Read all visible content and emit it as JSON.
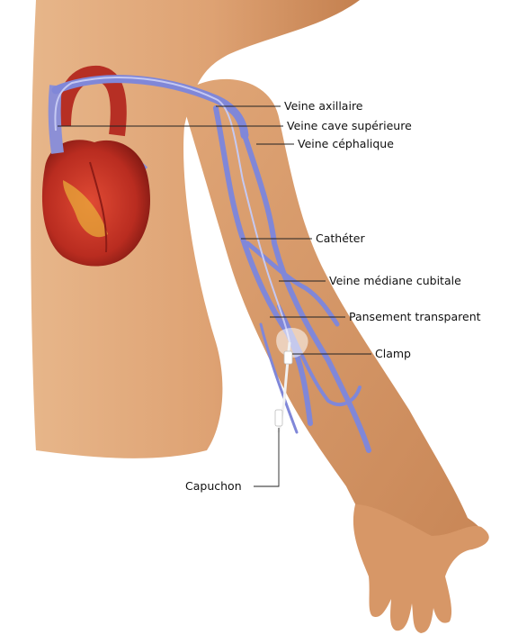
{
  "labels": {
    "veine_axillaire": "Veine axillaire",
    "veine_cave_superieure": "Veine cave supérieure",
    "veine_cephalique": "Veine céphalique",
    "catheter": "Cathéter",
    "veine_mediane_cubitale": "Veine médiane cubitale",
    "pansement_transparent": "Pansement transparent",
    "clamp": "Clamp",
    "capuchon": "Capuchon"
  },
  "colors": {
    "skin": "#e2a97a",
    "skin_shadow": "#c88454",
    "vein": "#7f86d6",
    "vein_light": "#a9aee8",
    "heart": "#c8372a",
    "heart_dark": "#8e1c16",
    "fat": "#e9b23a",
    "leader": "#222222"
  }
}
